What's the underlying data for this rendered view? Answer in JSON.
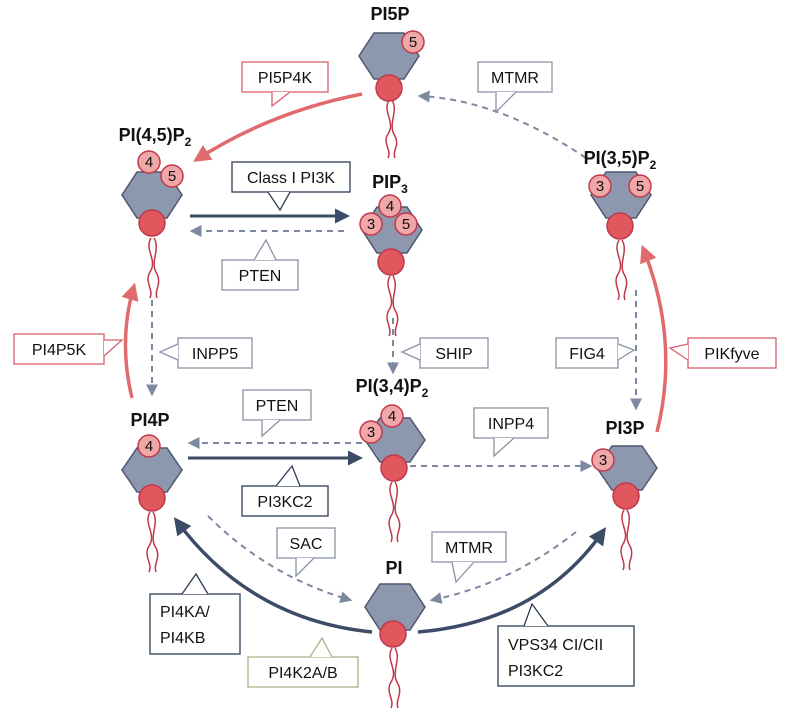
{
  "colors": {
    "head_fill": "#8d97ad",
    "head_stroke": "#4d5870",
    "phosphate_fill": "#f0a7a7",
    "phosphate_stroke": "#c0394a",
    "anchor_fill": "#e0575d",
    "tail_stroke": "#c0394a",
    "kinase_arrow": "#e06a6e",
    "class_arrow": "#3d4c66",
    "phosphatase_arrow": "#7d89a1",
    "box_red_border": "#d8616a",
    "box_grey_border": "#8a93a6",
    "box_dark_border": "#2f3d56",
    "box_olive_border": "#b3ae8a"
  },
  "lipids": {
    "pi5p": {
      "label": "PI5P",
      "sub": "",
      "phosphates": [
        "5"
      ]
    },
    "pi45p2": {
      "label": "PI(4,5)P",
      "sub": "2",
      "phosphates": [
        "4",
        "5"
      ]
    },
    "pip3": {
      "label": "PIP",
      "sub": "3",
      "phosphates": [
        "4",
        "3",
        "5"
      ]
    },
    "pi35p2": {
      "label": "PI(3,5)P",
      "sub": "2",
      "phosphates": [
        "3",
        "5"
      ]
    },
    "pi34p2": {
      "label": "PI(3,4)P",
      "sub": "2",
      "phosphates": [
        "4",
        "3"
      ]
    },
    "pi4p": {
      "label": "PI4P",
      "sub": "",
      "phosphates": [
        "4"
      ]
    },
    "pi3p": {
      "label": "PI3P",
      "sub": "",
      "phosphates": [
        "3"
      ]
    },
    "pi": {
      "label": "PI",
      "sub": "",
      "phosphates": []
    }
  },
  "enzymes": {
    "pi5p4k": "PI5P4K",
    "mtmr_top": "MTMR",
    "class_i_pi3k": "Class I PI3K",
    "pten_top": "PTEN",
    "pi4p5k": "PI4P5K",
    "inpp5": "INPP5",
    "ship": "SHIP",
    "fig4": "FIG4",
    "pikfyve": "PIKfyve",
    "pten_mid": "PTEN",
    "inpp4": "INPP4",
    "pi3kc2": "PI3KC2",
    "sac": "SAC",
    "mtmr_bottom": "MTMR",
    "pi4ka_line1": "PI4KA/",
    "pi4ka_line2": "PI4KB",
    "pi4k2a": "PI4K2A/B",
    "vps34_line1": "VPS34 CI/CII",
    "vps34_line2": "PI3KC2"
  }
}
